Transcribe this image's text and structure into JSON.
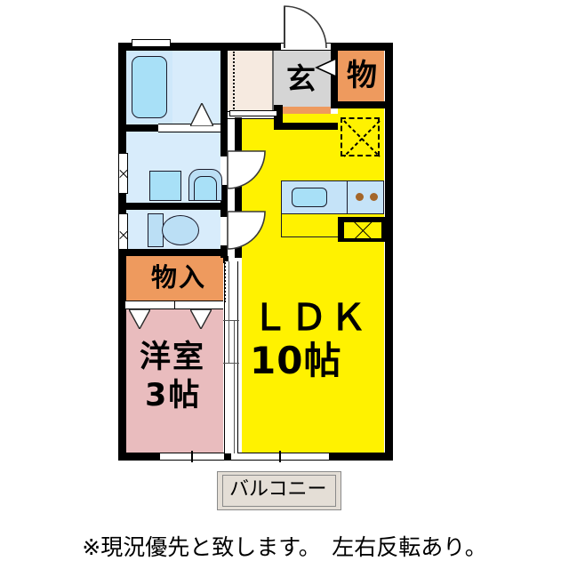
{
  "document": {
    "type": "floor-plan",
    "caption": "※現況優先と致します。　左右反転あり。"
  },
  "rooms": [
    {
      "id": "ldk",
      "label_line1": "ＬＤＫ",
      "label_line2": "10帖",
      "color": "#FFF200"
    },
    {
      "id": "bedroom",
      "label_line1": "洋室",
      "label_line2": "3帖",
      "color": "#E9BCBE"
    },
    {
      "id": "closet",
      "label_line1": "物入",
      "label_line2": "",
      "color": "#EE9A5E"
    },
    {
      "id": "entrance",
      "label_line1": "玄",
      "label_line2": "",
      "color": "#D5D5D5"
    },
    {
      "id": "shoebox",
      "label_line1": "物",
      "label_line2": "",
      "color": "#EE9A5E"
    },
    {
      "id": "balcony",
      "label_line1": "バルコニー",
      "label_line2": "",
      "color": "#E4DED6"
    },
    {
      "id": "corridor",
      "label_line1": "",
      "label_line2": "",
      "color": "#F6EAE0"
    },
    {
      "id": "bath",
      "label_line1": "",
      "label_line2": "",
      "color": "#D8ECFB"
    },
    {
      "id": "washroom",
      "label_line1": "",
      "label_line2": "",
      "color": "#D8ECFB"
    },
    {
      "id": "toilet",
      "label_line1": "",
      "label_line2": "",
      "color": "#D8ECFB"
    }
  ],
  "fixtures": [
    {
      "id": "bathtub",
      "name": "bathtub"
    },
    {
      "id": "washing-machine",
      "name": "washing-machine-space"
    },
    {
      "id": "vanity-sink",
      "name": "vanity-sink"
    },
    {
      "id": "toilet-bowl",
      "name": "toilet"
    },
    {
      "id": "kitchen-sink",
      "name": "kitchen-sink"
    },
    {
      "id": "stove",
      "name": "two-burner-stove"
    },
    {
      "id": "shoe-cabinet",
      "name": "shoe-cabinet"
    }
  ],
  "colors": {
    "ldk": "#FFF200",
    "bedroom": "#E9BCBE",
    "storage": "#EE9A5E",
    "entrance": "#D5D5D5",
    "water": "#D8ECFB",
    "water_deep": "#AEE0F5",
    "corridor": "#F6EAE0",
    "balcony": "#E4DED6",
    "wall": "#000000",
    "background": "#FFFFFF"
  }
}
